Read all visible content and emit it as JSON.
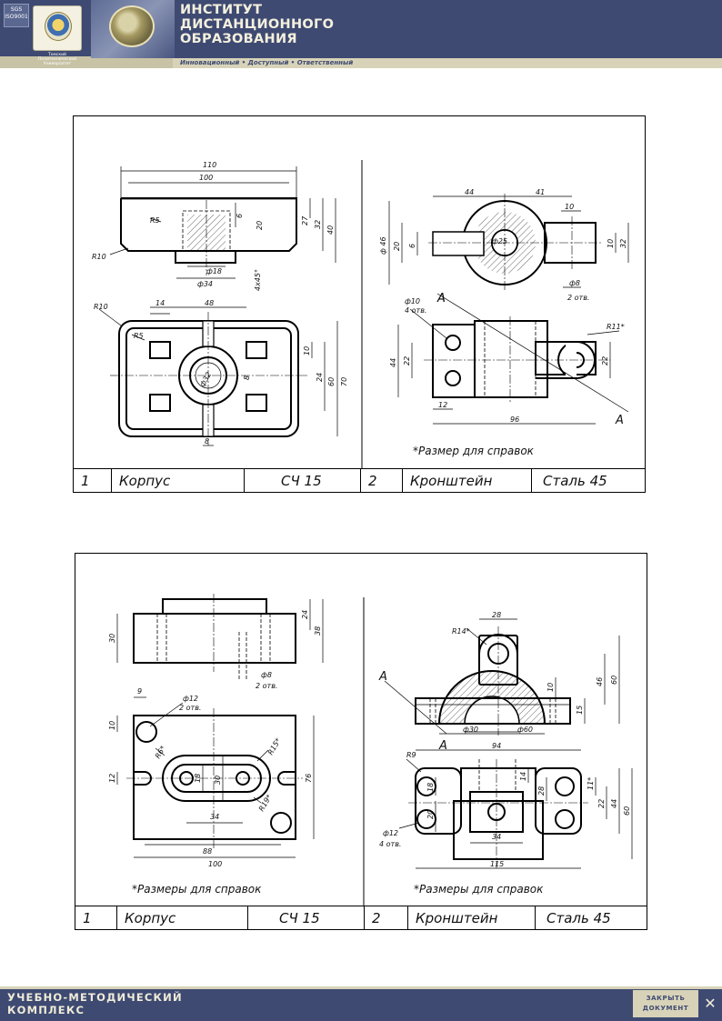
{
  "header": {
    "iso_label": "ISO9001",
    "iso_sub": "SGS",
    "university_name": "Томский Политехнический Университет",
    "institute_title_lines": [
      "ИНСТИТУТ",
      "ДИСТАНЦИОННОГО",
      "ОБРАЗОВАНИЯ"
    ],
    "motto": "Инновационный • Доступный • Ответственный"
  },
  "sheet1": {
    "left_dims": {
      "d110": "110",
      "d100": "100",
      "r5": "R5",
      "r10": "R10",
      "d6": "6",
      "d20": "20",
      "d27": "27",
      "d32": "32",
      "d40": "40",
      "phi18": "ф18",
      "phi34": "ф34",
      "chamfer": "4х45°",
      "r10b": "R10",
      "d14": "14",
      "d48": "48",
      "r5b": "R5",
      "d10": "10",
      "d24": "24",
      "d60": "60",
      "d70": "70",
      "d8": "8",
      "phi32": "ф32",
      "d8b": "8"
    },
    "right_dims": {
      "d44": "44",
      "d41": "41",
      "d10": "10",
      "phi25": "ф25",
      "phi46": "ф 46",
      "d20": "20",
      "d6": "6",
      "d10b": "10",
      "d32": "32",
      "phi8": "ф8",
      "holes2": "2 отв.",
      "phi10": "ф10",
      "holes4": "4 отв.",
      "sectionA": "А",
      "r11": "R11*",
      "d44b": "44",
      "d22": "22",
      "d22b": "22",
      "d12": "12",
      "d96": "96"
    },
    "note": "*Размер для справок",
    "title_block": {
      "pos1": "1",
      "name1": "Корпус",
      "mat1": "СЧ 15",
      "pos2": "2",
      "name2": "Кронштейн",
      "mat2": "Сталь 45"
    }
  },
  "sheet2": {
    "left_dims": {
      "d30": "30",
      "d24": "24",
      "d38": "38",
      "phi8": "ф8",
      "holes2": "2 отв.",
      "d9": "9",
      "phi12": "ф12",
      "holes2b": "2 отв.",
      "d10": "10",
      "r6": "R6*",
      "r15": "R15*",
      "d12": "12",
      "d18": "18",
      "d30b": "30",
      "r19": "R19*",
      "d34": "34",
      "d76": "76",
      "d88": "88",
      "d100": "100"
    },
    "right_dims": {
      "d28": "28",
      "r14": "R14*",
      "sectionA": "А",
      "d10": "10",
      "d46": "46",
      "d60": "60",
      "d15": "15",
      "phi30": "ф30",
      "phi60": "ф60",
      "r9": "R9",
      "d94": "94",
      "d14": "14",
      "d18": "18",
      "d20": "20",
      "d28b": "28",
      "d11": "11*",
      "d22": "22",
      "d44": "44",
      "d60b": "60",
      "phi12": "ф12",
      "holes4": "4 отв.",
      "d34": "34",
      "d115": "115"
    },
    "note_left": "*Размеры для справок",
    "note_right": "*Размеры для справок",
    "title_block": {
      "pos1": "1",
      "name1": "Корпус",
      "mat1": "СЧ 15",
      "pos2": "2",
      "name2": "Кронштейн",
      "mat2": "Сталь 45"
    }
  },
  "footer": {
    "complex_lines": [
      "УЧЕБНО-МЕТОДИЧЕСКИЙ",
      "КОМПЛЕКС"
    ],
    "close_lines": [
      "ЗАКРЫТЬ",
      "ДОКУМЕНТ"
    ],
    "close_icon": "✕"
  },
  "colors": {
    "brand": "#3e4a72",
    "accent": "#d8d3b8"
  }
}
